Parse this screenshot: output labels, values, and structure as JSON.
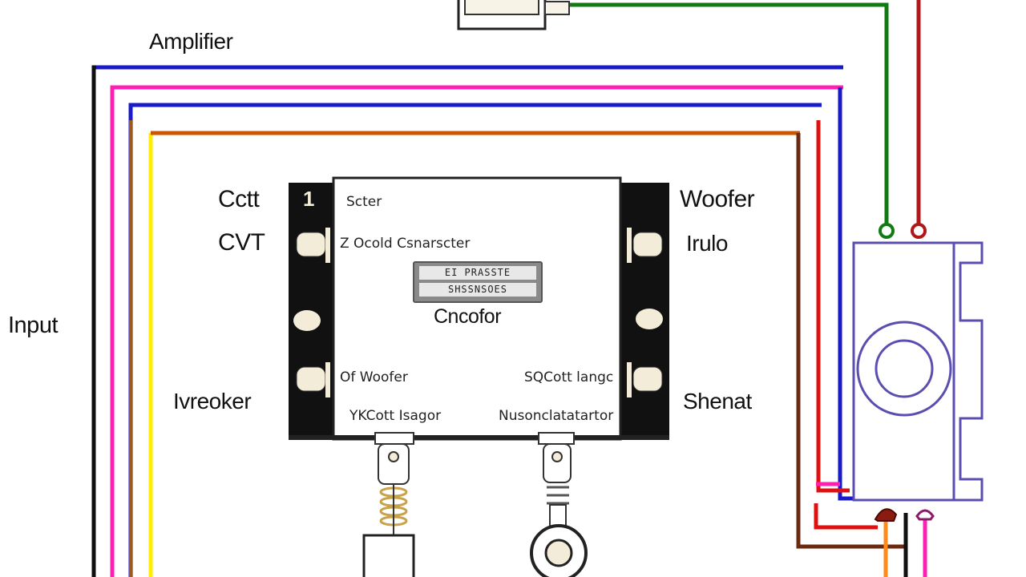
{
  "diagram": {
    "labels": {
      "amplifier": "Amplifier",
      "input": "Input",
      "cct": "Cctt",
      "cvt": "CVT",
      "tweeter": "Ivreoker",
      "woofer": "Woofer",
      "trulo": "Irulo",
      "shenat": "Shenat",
      "crossover": "Cncofor"
    },
    "board": {
      "scter": "Scter",
      "connector": "Z Ocold Csnarscter",
      "woofer_left": "Of Woofer",
      "range_right": "SQCott langc",
      "bottom_left": "YKCott Isagor",
      "bottom_right": "Nusonclatatartor",
      "channel_number": "1",
      "tag_line_1": "EI PRASSTE",
      "tag_line_2": "SHSSNSOES"
    },
    "wire_colors": {
      "black": "#111111",
      "blue": "#1a1ac8",
      "magenta": "#ff1fb4",
      "brown": "#8b4513",
      "yellow": "#ffee00",
      "orange": "#cc5500",
      "red": "#e01010",
      "green": "#127a12",
      "dark_red": "#b01818",
      "speaker_purple": "#5a4fb0"
    }
  }
}
